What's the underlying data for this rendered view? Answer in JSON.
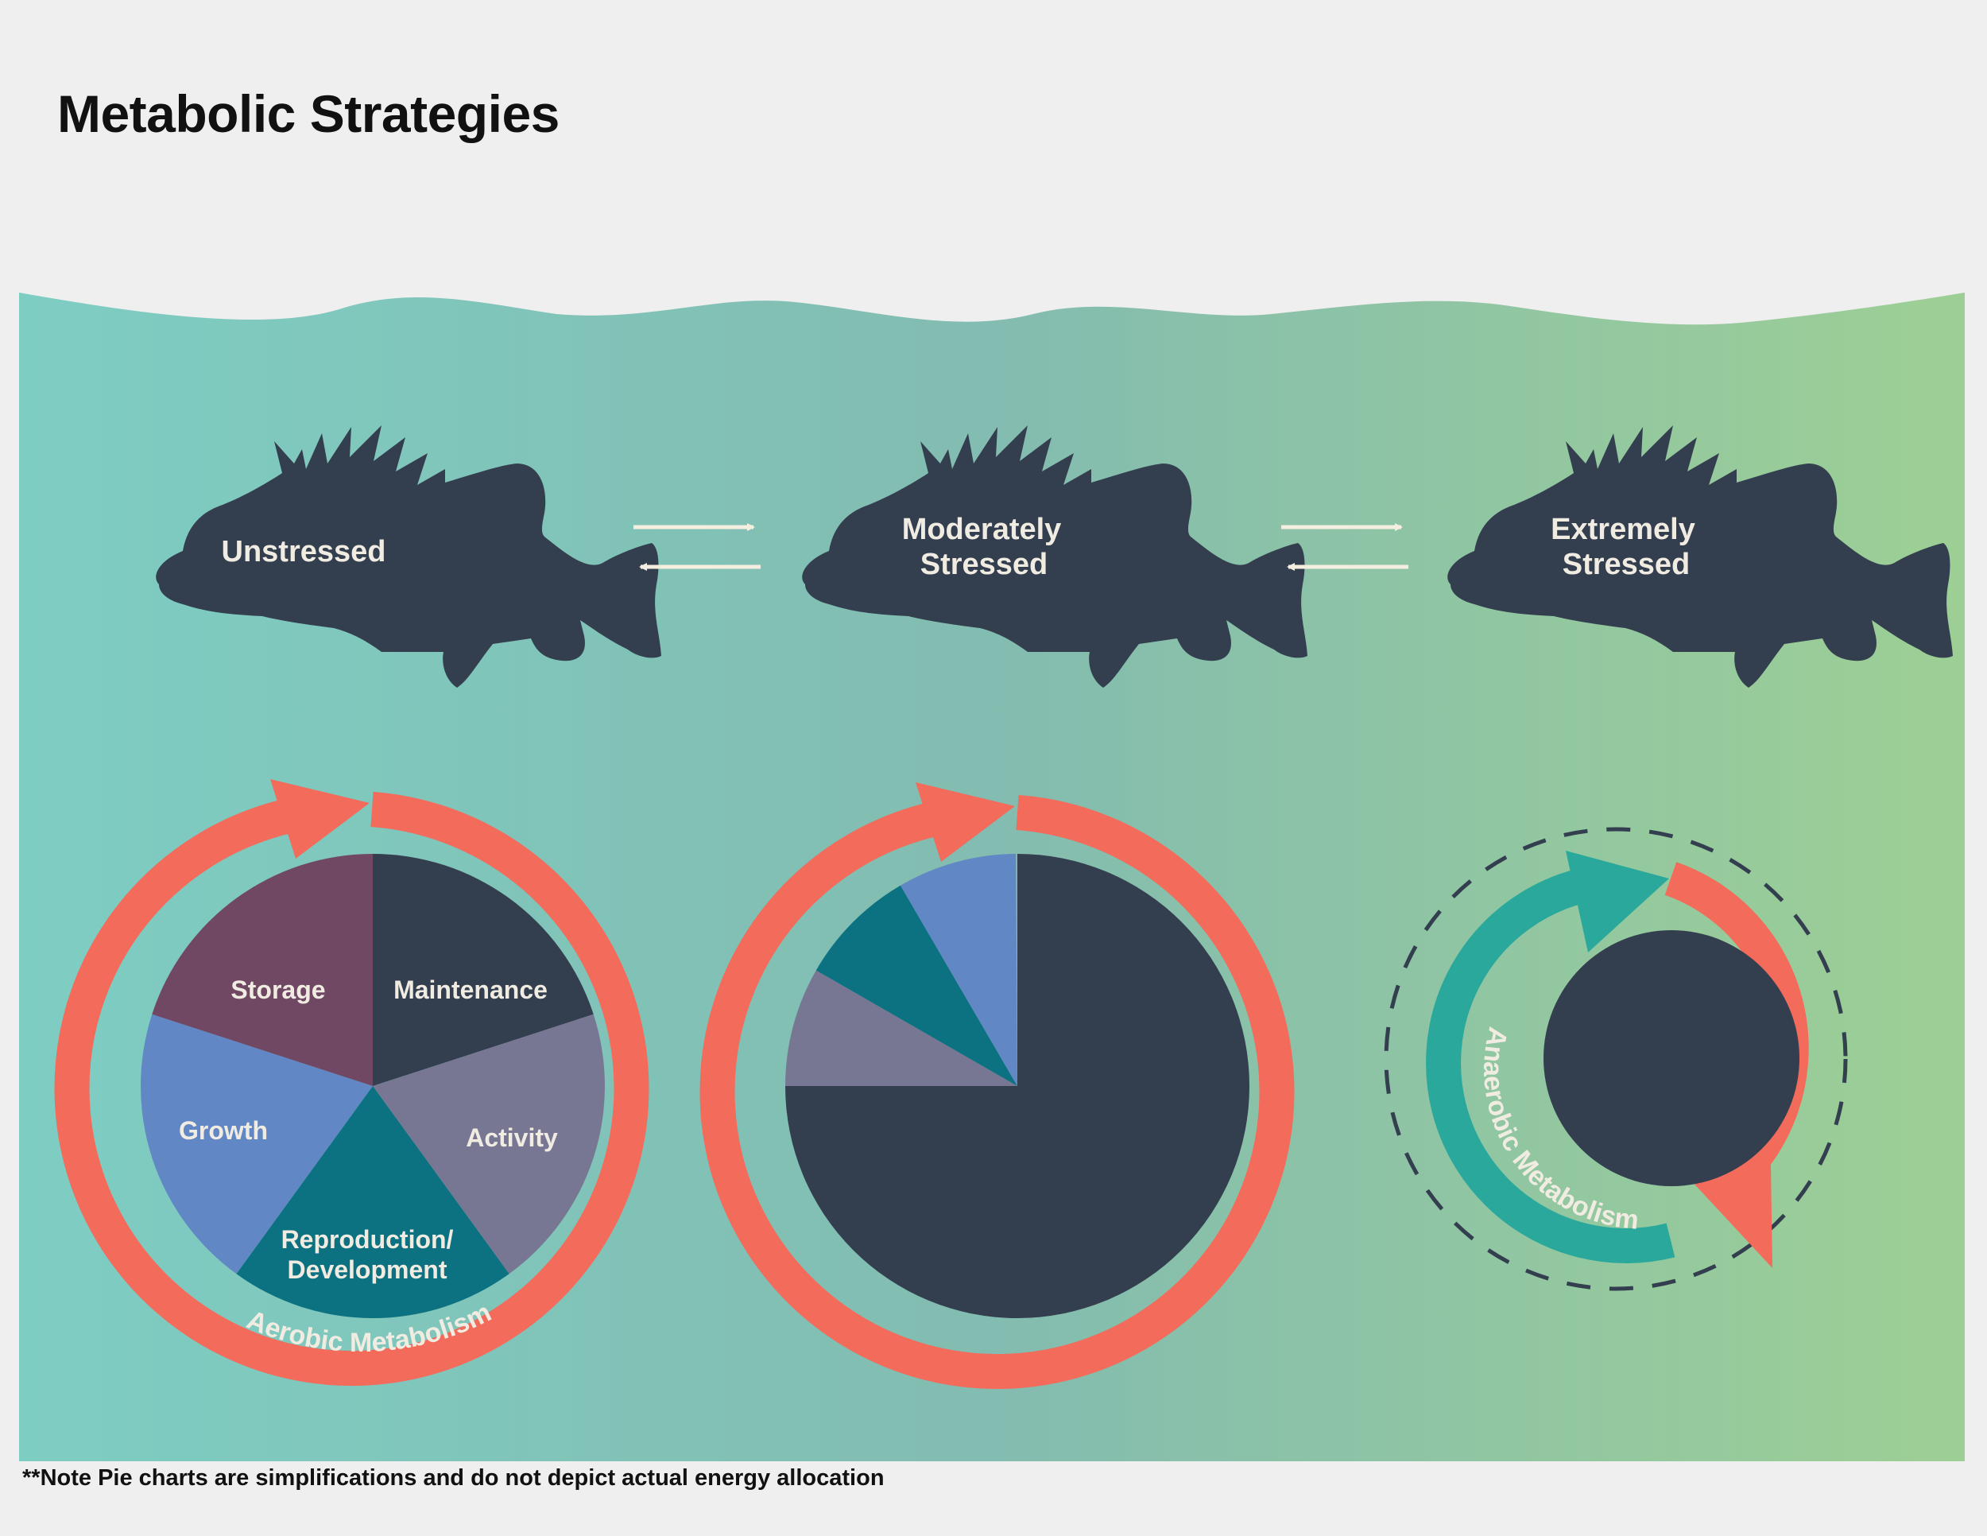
{
  "title": "Metabolic Strategies",
  "footnote": "**Note Pie charts are simplifications and do not depict actual energy allocation",
  "colors": {
    "background": "#efefef",
    "water_left": "#7ecdc3",
    "water_right": "#9dcf95",
    "fish": "#333e4f",
    "aerobic_ring": "#f26b5b",
    "anaerobic_arrow": "#2aa89b",
    "arrow_pair": "#f3eee0",
    "label_text": "#f1ece2",
    "maintenance": "#333e4f",
    "activity": "#787793",
    "reproduction": "#0c7180",
    "growth": "#6287c5",
    "storage": "#704864"
  },
  "states": [
    {
      "label_line1": "Unstressed",
      "label_line2": ""
    },
    {
      "label_line1": "Moderately",
      "label_line2": "Stressed"
    },
    {
      "label_line1": "Extremely",
      "label_line2": "Stressed"
    }
  ],
  "pie_unstressed": {
    "slices": [
      {
        "label_line1": "Maintenance",
        "label_line2": "",
        "color": "#333e4f",
        "fraction": 0.2
      },
      {
        "label_line1": "Activity",
        "label_line2": "",
        "color": "#787793",
        "fraction": 0.2
      },
      {
        "label_line1": "Reproduction/",
        "label_line2": "Development",
        "color": "#0c7180",
        "fraction": 0.2
      },
      {
        "label_line1": "Growth",
        "label_line2": "",
        "color": "#6287c5",
        "fraction": 0.2
      },
      {
        "label_line1": "Storage",
        "label_line2": "",
        "color": "#704864",
        "fraction": 0.2
      }
    ],
    "ring_label": "Aerobic Metabolism"
  },
  "pie_moderate": {
    "slices": [
      {
        "color": "#333e4f",
        "fraction": 0.75
      },
      {
        "color": "#787793",
        "fraction": 0.083
      },
      {
        "color": "#0c7180",
        "fraction": 0.083
      },
      {
        "color": "#6287c5",
        "fraction": 0.083
      }
    ]
  },
  "pie_extreme": {
    "ring_label": "Anaerobic Metabolism"
  }
}
